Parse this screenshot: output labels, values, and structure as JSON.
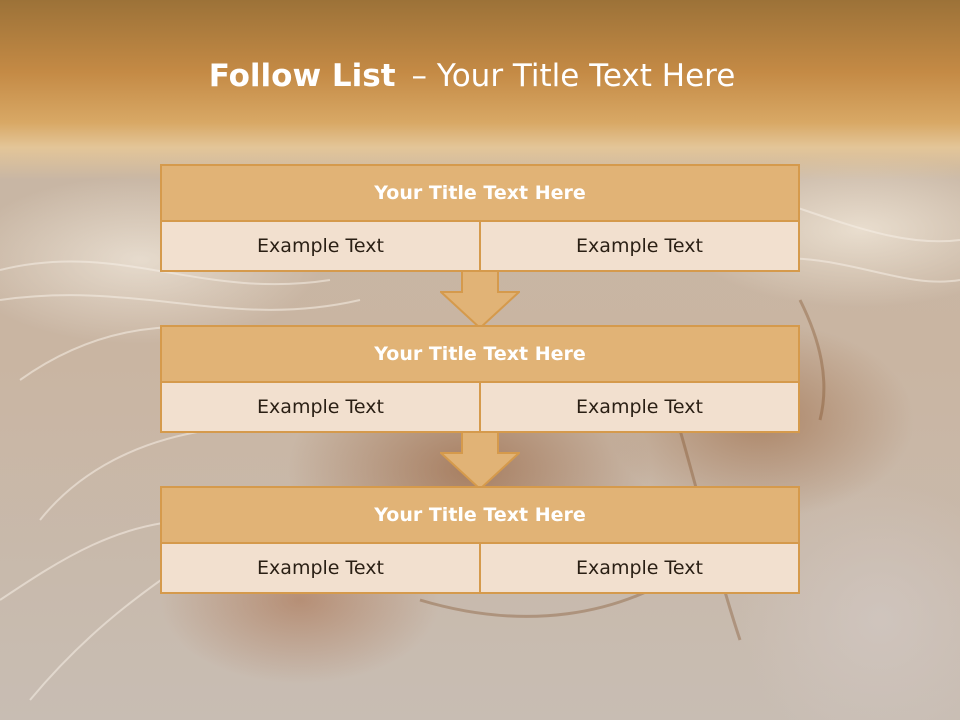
{
  "slide": {
    "title_bold": "Follow List",
    "title_rest": "– Your Title Text Here"
  },
  "blocks": [
    {
      "title": "Your Title Text Here",
      "left": "Example Text",
      "right": "Example Text"
    },
    {
      "title": "Your Title Text Here",
      "left": "Example Text",
      "right": "Example Text"
    },
    {
      "title": "Your Title Text Here",
      "left": "Example Text",
      "right": "Example Text"
    }
  ],
  "colors": {
    "header": "#c48a45",
    "block_title_fill": "#e1b376",
    "block_cell_fill": "#f2e0cf",
    "block_border": "#d59a4c",
    "arrow_fill": "#e1b376"
  },
  "icons": [
    "down-arrow-icon"
  ]
}
